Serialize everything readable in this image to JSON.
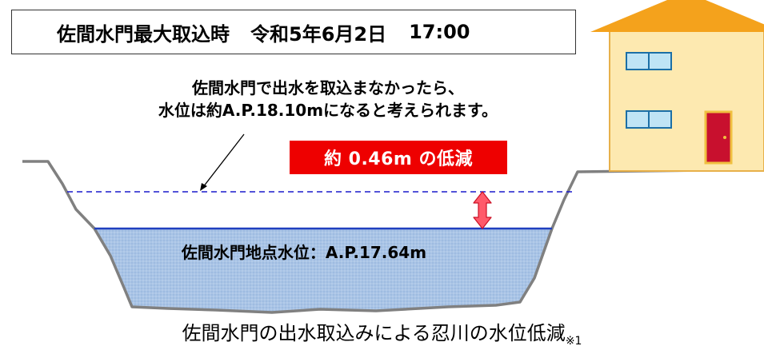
{
  "title": {
    "location": "佐間水門最大取込時",
    "date": "令和5年6月2日",
    "time": "17:00"
  },
  "note": {
    "line1": "佐間水門で出水を取込まなかったら、",
    "line2": "水位は約A.P.18.10mになると考えられます。"
  },
  "reduction_label": "約 0.46m の低減",
  "water_level_label": "佐間水門地点水位：A.P.17.64m",
  "caption": {
    "text": "佐間水門の出水取込みによる忍川の水位低減",
    "footnote_mark": "※1"
  },
  "icons": {
    "house": "house-icon",
    "arrow": "double-arrow-icon"
  },
  "colors": {
    "water": "#a9c4e6",
    "water_line": "#1f3fbf",
    "dashed_line": "#1a1acc",
    "reduction_bg": "#ee0000",
    "house_wall": "#fde9b0",
    "house_roof": "#f4a21c",
    "window": "#bfe4f5",
    "door": "#c8102e"
  }
}
